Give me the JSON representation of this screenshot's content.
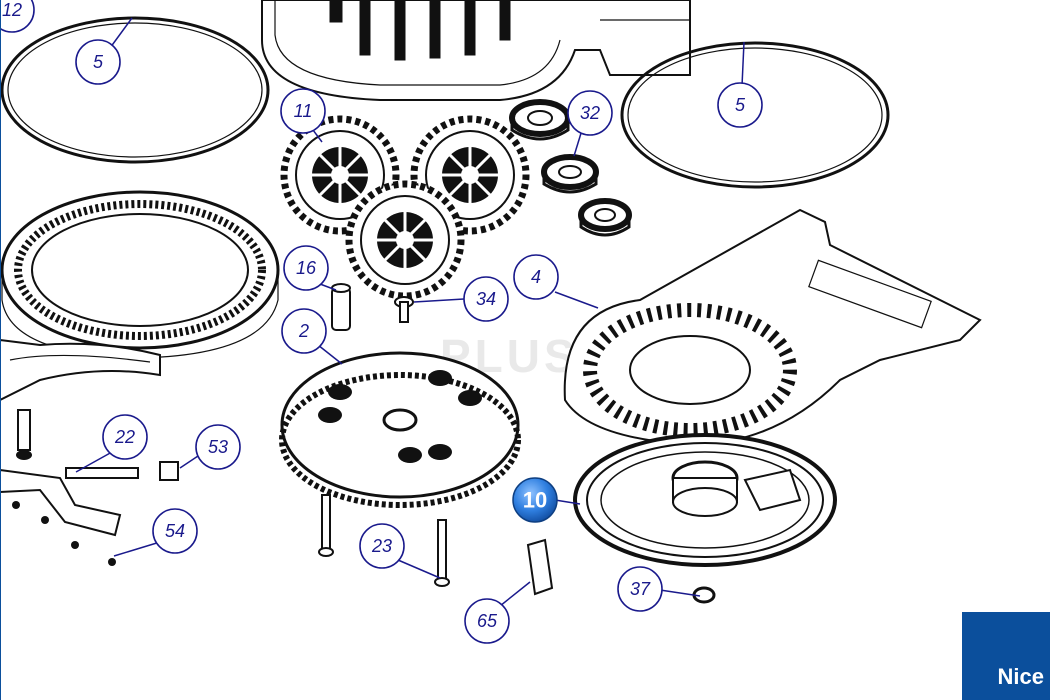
{
  "diagram": {
    "callouts": [
      "12",
      "5",
      "5",
      "11",
      "32",
      "16",
      "34",
      "4",
      "2",
      "22",
      "53",
      "54",
      "23",
      "65",
      "37"
    ],
    "highlight": "10",
    "watermark": "PLUS.COM"
  },
  "brand": {
    "logo_text": "Nice",
    "logo_color": "#0b4f9c",
    "callout_color": "#1a1a8c"
  }
}
